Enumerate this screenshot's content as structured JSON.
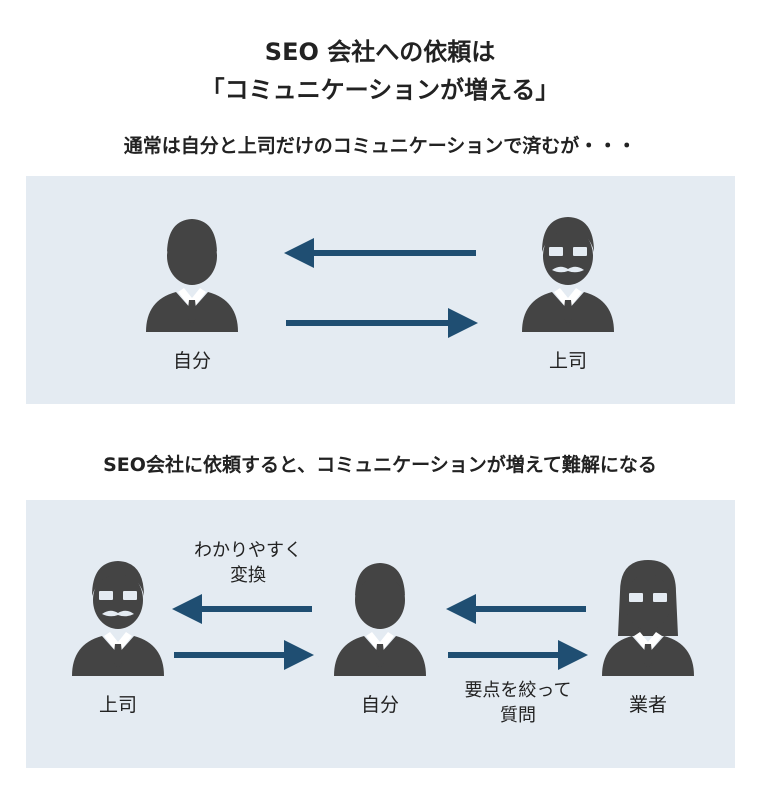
{
  "title": {
    "line1": "SEO 会社への依頼は",
    "line2": "「コミュニケーションが増える」"
  },
  "section1": {
    "heading": "通常は自分と上司だけのコミュニケーションで済むが・・・",
    "left_label": "自分",
    "right_label": "上司"
  },
  "section2": {
    "heading": "SEO会社に依頼すると、コミュニケーションが増えて難解になる",
    "left_label": "上司",
    "center_label": "自分",
    "right_label": "業者",
    "left_note_line1": "わかりやすく",
    "left_note_line2": "変換",
    "right_note_line1": "要点を絞って",
    "right_note_line2": "質問"
  },
  "colors": {
    "panel_bg": "#e4ebf2",
    "arrow": "#1f4e72",
    "person": "#444444"
  }
}
